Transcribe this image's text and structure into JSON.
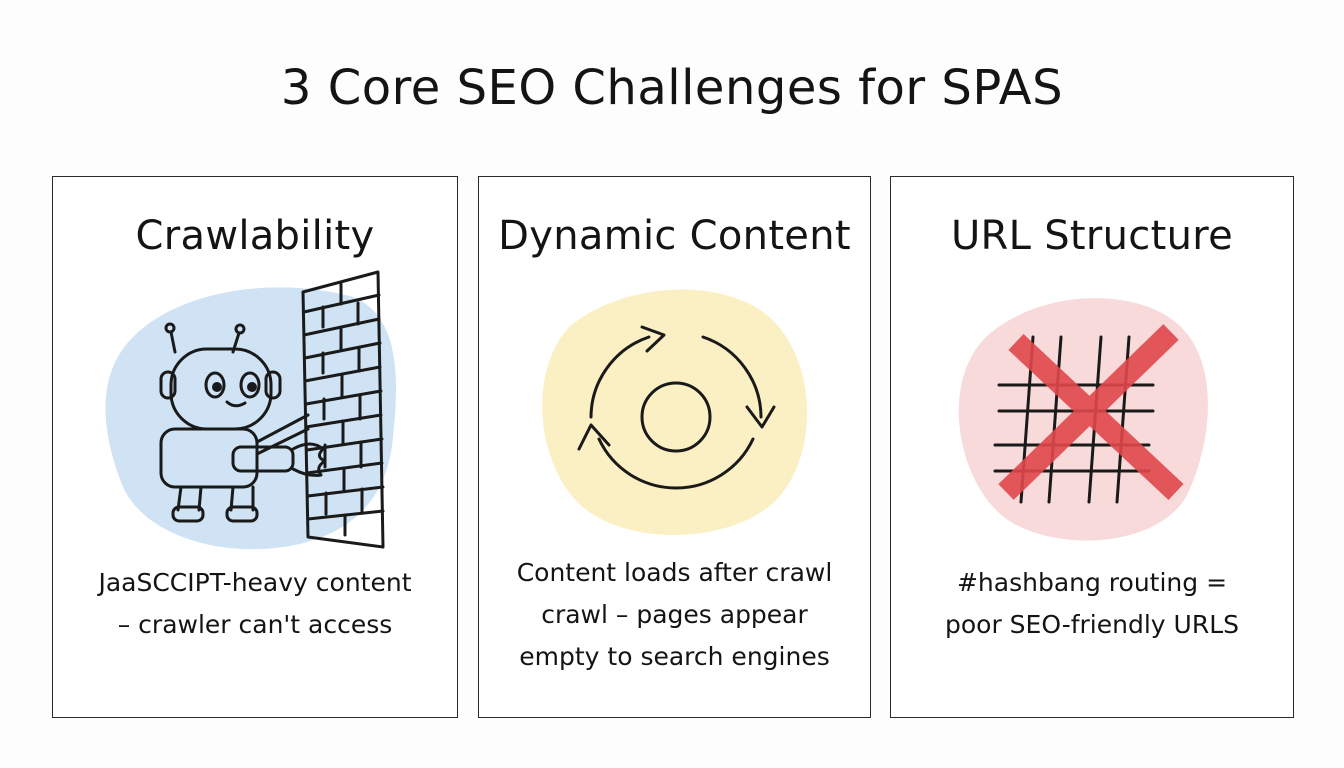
{
  "title": "3 Core SEO Challenges for SPAS",
  "cards": [
    {
      "heading": "Crawlability",
      "icon": "robot-blocked-by-brick-wall-icon",
      "blob_color": "#cfe3f4",
      "description_lines": [
        "JaaSCCIPT-heavy content",
        "– crawler can't access"
      ]
    },
    {
      "heading": "Dynamic Content",
      "icon": "refresh-cycle-icon",
      "blob_color": "#fbf0c4",
      "description_lines": [
        "Content loads after crawl",
        "crawl – pages appear",
        "empty to search engines"
      ]
    },
    {
      "heading": "URL Structure",
      "icon": "crossed-out-hashtag-icon",
      "blob_color": "#f8dadb",
      "cross_color": "#e0474a",
      "description_lines": [
        "#hashbang routing =",
        "poor SEO-friendly URLS"
      ]
    }
  ]
}
